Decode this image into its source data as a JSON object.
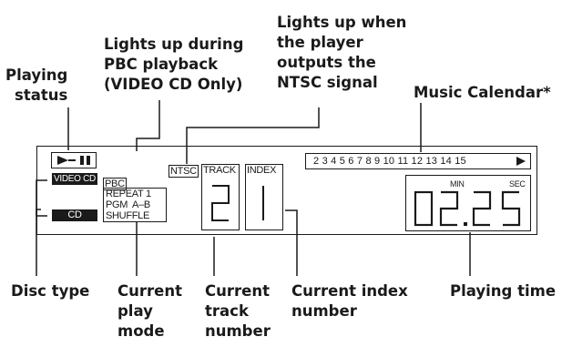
{
  "callouts": {
    "playing_status": "Playing\nstatus",
    "pbc": "Lights up during\nPBC playback\n(VIDEO CD Only)",
    "ntsc": "Lights up when\nthe player\noutputs the\nNTSC signal",
    "music_calendar": "Music Calendar*",
    "disc_type": "Disc type",
    "play_mode": "Current\nplay\nmode",
    "track_number": "Current\ntrack\nnumber",
    "index_number": "Current index\nnumber",
    "playing_time": "Playing time"
  },
  "display": {
    "play_pause_icon": "play-pause-icon",
    "videocd_label": "VIDEO CD",
    "cd_label": "CD",
    "pbc_label": "PBC",
    "play_modes": [
      "REPEAT 1",
      "PGM  A–B",
      "SHUFFLE"
    ],
    "ntsc_label": "NTSC",
    "track_label": "TRACK",
    "track_value": "2",
    "index_label": "INDEX",
    "index_value": "1",
    "calendar_numbers": "2 3 4 5 6 7 8 9 10 11 12 13 14 15",
    "calendar_arrow_icon": "right-arrow-icon",
    "min_label": "MIN",
    "sec_label": "SEC",
    "time_value": "02.25"
  }
}
